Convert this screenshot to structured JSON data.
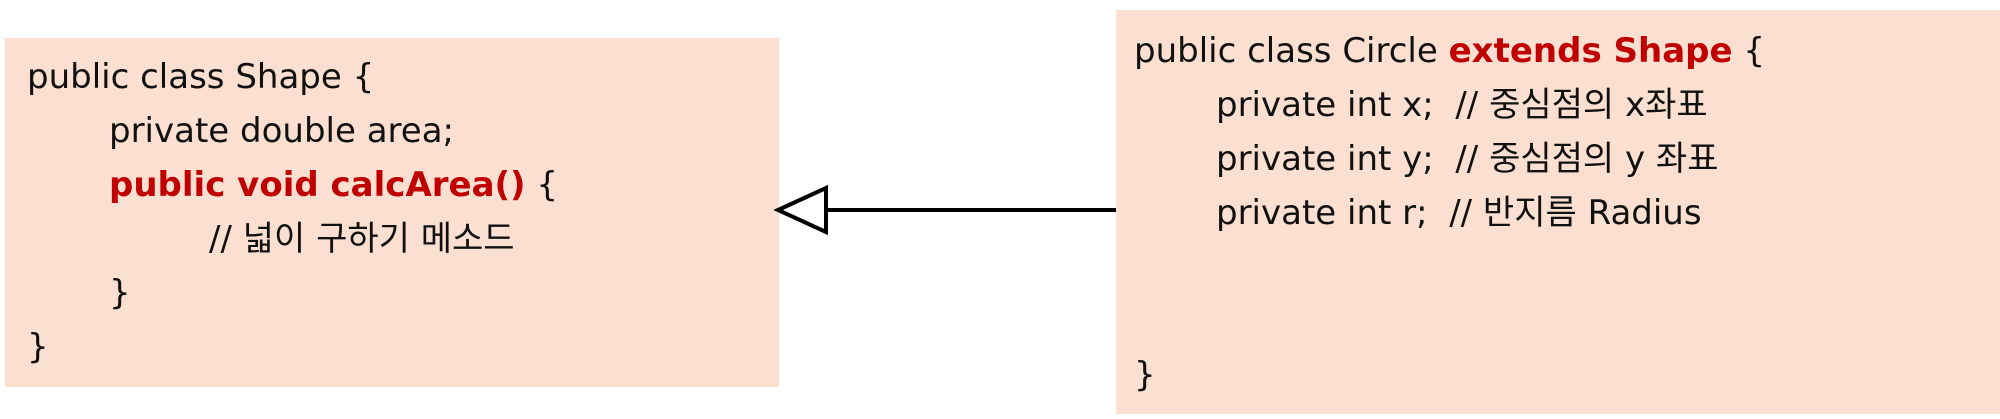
{
  "shape_class": {
    "line1": "public class Shape {",
    "line2": "private double area;",
    "line3_keyword": "public void calcArea()",
    "line3_rest": " {",
    "line4": "// 넓이 구하기 메소드",
    "line5": "}",
    "line6": "}"
  },
  "circle_class": {
    "line1_prefix": "public class Circle ",
    "line1_keyword": "extends Shape",
    "line1_suffix": " {",
    "line2": "private int x;  // 중심점의 x좌표",
    "line3": "private int y;  // 중심점의 y 좌표",
    "line4": "private int r;  // 반지름 Radius",
    "line5": "}"
  },
  "colors": {
    "box_fill": "#fbe0d2",
    "keyword": "#c00000",
    "text": "#111111",
    "arrow": "#000000"
  },
  "relationship": {
    "type": "inheritance",
    "icon": "hollow-triangle-arrow-icon"
  }
}
